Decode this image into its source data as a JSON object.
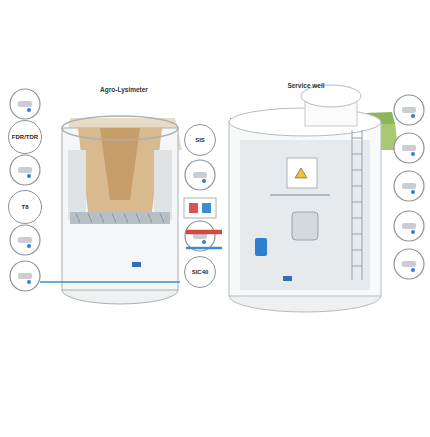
{
  "diagram": {
    "nodes": [
      {
        "text": [
          "Agro-Lysimeter"
        ]
      },
      {
        "text": [
          "Service well"
        ]
      },
      {
        "text": [
          "FDR/TDR"
        ]
      },
      {
        "text": [
          "T8"
        ]
      },
      {
        "text": [
          "SIS"
        ]
      },
      {
        "text": [
          "SIC40"
        ]
      }
    ],
    "edges": [
      {
        "from": 0,
        "to": 1,
        "arrow": "none"
      },
      {
        "from": 0,
        "to": 1,
        "arrow": "none"
      }
    ]
  }
}
